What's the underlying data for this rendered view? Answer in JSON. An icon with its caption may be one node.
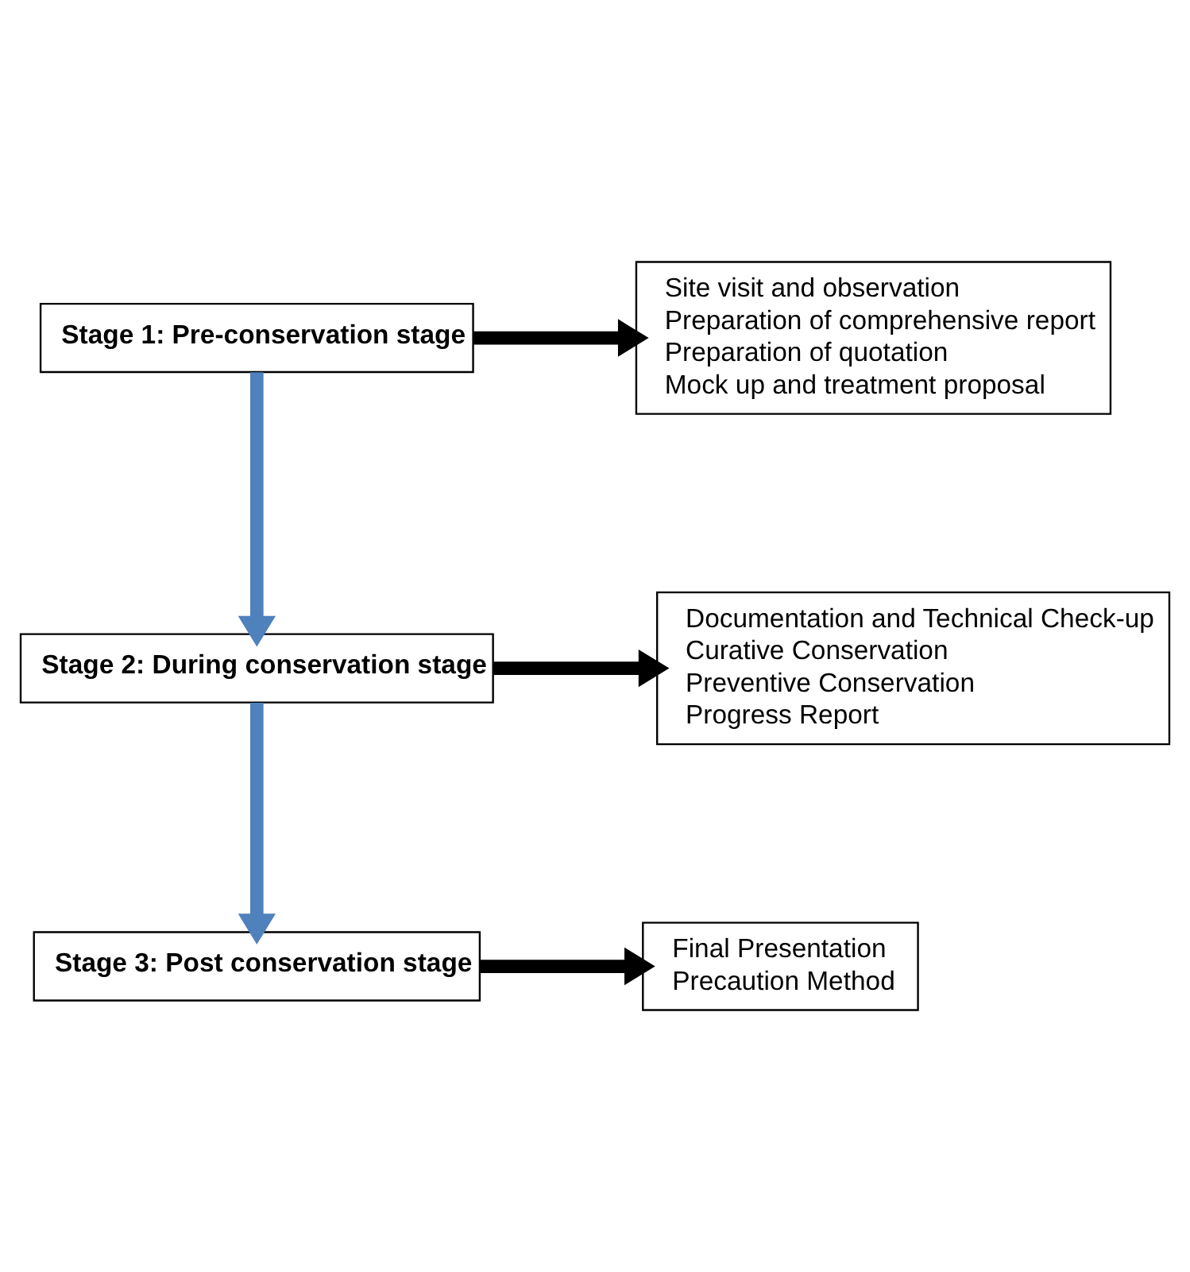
{
  "diagram": {
    "nodes": [
      {
        "text": [
          "Stage 1: Pre-conservation stage"
        ]
      },
      {
        "text": [
          "Site visit and observation",
          "Preparation of comprehensive report",
          "Preparation of quotation",
          "Mock up and treatment proposal"
        ]
      },
      {
        "text": [
          "Stage 2: During conservation stage"
        ]
      },
      {
        "text": [
          "Documentation and Technical Check-up",
          "Curative Conservation",
          "Preventive Conservation",
          "Progress Report"
        ]
      },
      {
        "text": [
          "Stage 3: Post conservation stage"
        ]
      },
      {
        "text": [
          "Final Presentation",
          "Precaution Method"
        ]
      }
    ],
    "edges": [
      {
        "from": 0,
        "to": 1,
        "arrow": "to"
      },
      {
        "from": 0,
        "to": 2,
        "arrow": "to",
        "color": "#4f81bd"
      },
      {
        "from": 2,
        "to": 3,
        "arrow": "to"
      },
      {
        "from": 2,
        "to": 4,
        "arrow": "to",
        "color": "#4f81bd"
      },
      {
        "from": 4,
        "to": 5,
        "arrow": "to"
      }
    ]
  }
}
